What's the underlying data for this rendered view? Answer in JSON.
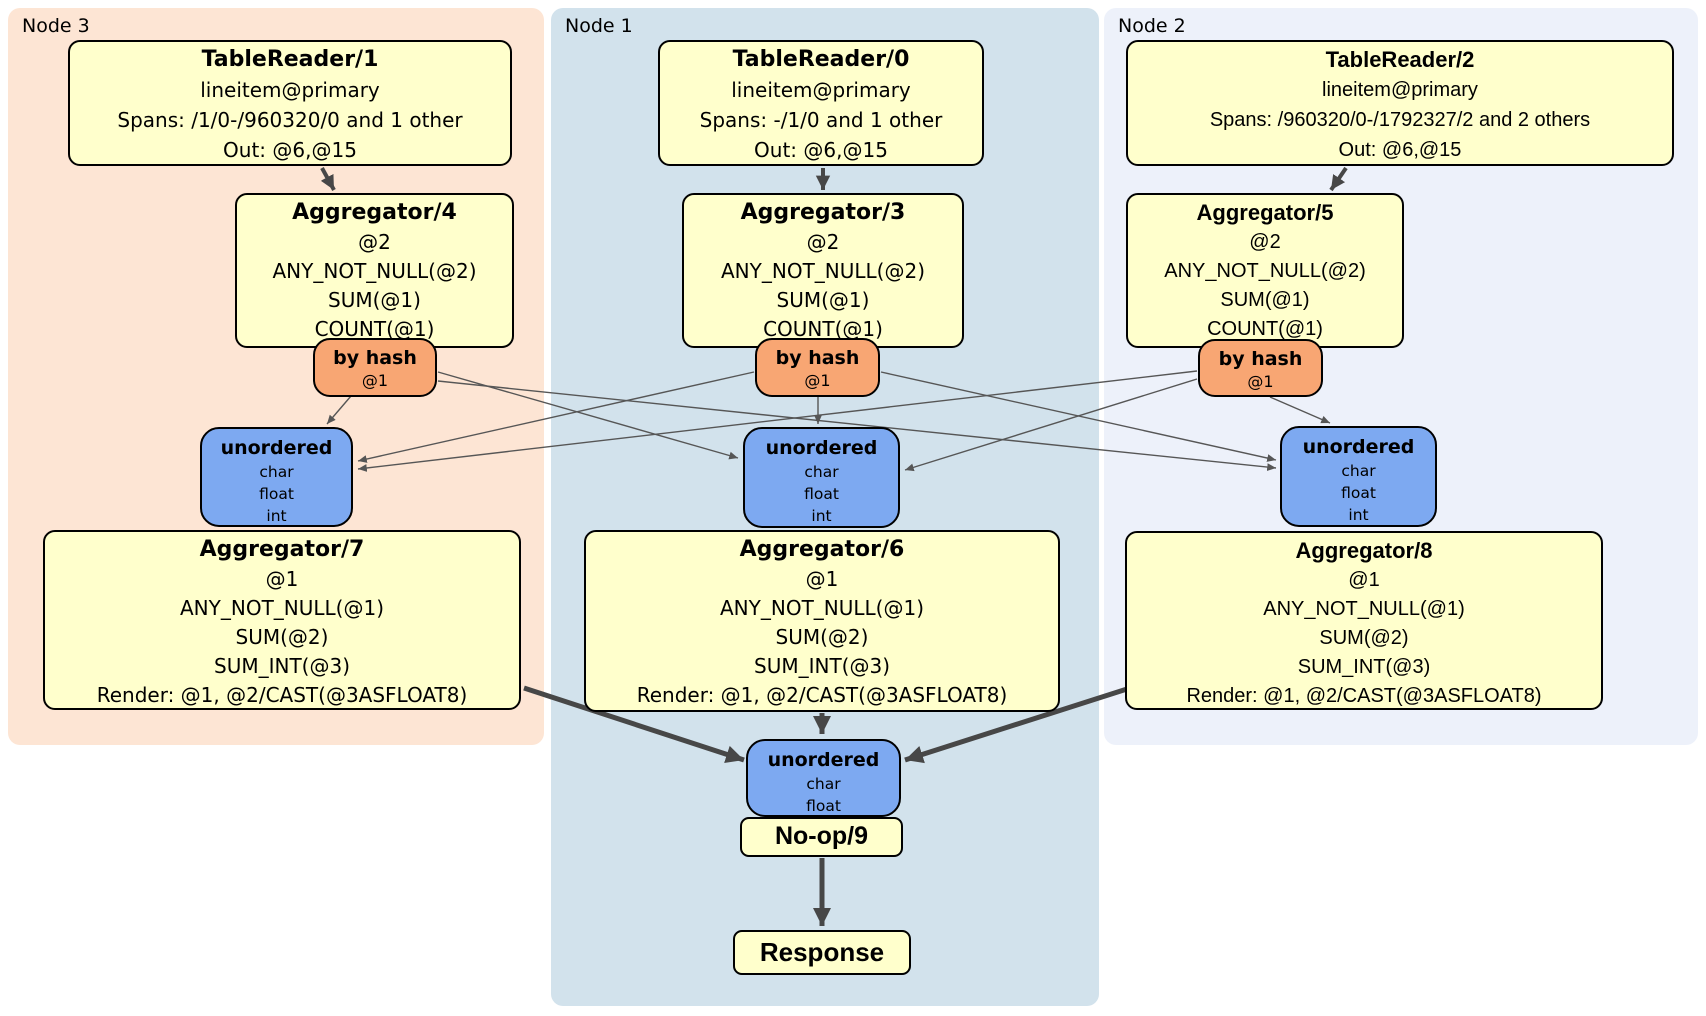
{
  "sections": [
    {
      "label": "Node 3",
      "table_reader": {
        "title": "TableReader/1",
        "lines": [
          "lineitem@primary",
          "Spans: /1/0-/960320/0 and 1 other",
          "Out: @6,@15"
        ]
      },
      "aggregator_top": {
        "title": "Aggregator/4",
        "lines": [
          "@2",
          "ANY_NOT_NULL(@2)",
          "SUM(@1)",
          "COUNT(@1)"
        ]
      },
      "router": {
        "title": "by hash",
        "lines": [
          "@1"
        ]
      },
      "sync": {
        "title": "unordered",
        "lines": [
          "char",
          "float",
          "int"
        ]
      },
      "aggregator_bottom": {
        "title": "Aggregator/7",
        "lines": [
          "@1",
          "ANY_NOT_NULL(@1)",
          "SUM(@2)",
          "SUM_INT(@3)",
          "Render: @1, @2/CAST(@3ASFLOAT8)"
        ]
      }
    },
    {
      "label": "Node 1",
      "table_reader": {
        "title": "TableReader/0",
        "lines": [
          "lineitem@primary",
          "Spans: -/1/0 and 1 other",
          "Out: @6,@15"
        ]
      },
      "aggregator_top": {
        "title": "Aggregator/3",
        "lines": [
          "@2",
          "ANY_NOT_NULL(@2)",
          "SUM(@1)",
          "COUNT(@1)"
        ]
      },
      "router": {
        "title": "by hash",
        "lines": [
          "@1"
        ]
      },
      "sync": {
        "title": "unordered",
        "lines": [
          "char",
          "float",
          "int"
        ]
      },
      "aggregator_bottom": {
        "title": "Aggregator/6",
        "lines": [
          "@1",
          "ANY_NOT_NULL(@1)",
          "SUM(@2)",
          "SUM_INT(@3)",
          "Render: @1, @2/CAST(@3ASFLOAT8)"
        ]
      },
      "final_sync": {
        "title": "unordered",
        "lines": [
          "char",
          "float"
        ]
      },
      "noop": {
        "title": "No-op/9"
      },
      "response": {
        "title": "Response"
      }
    },
    {
      "label": "Node 2",
      "table_reader": {
        "title": "TableReader/2",
        "lines": [
          "lineitem@primary",
          "Spans: /960320/0-/1792327/2 and 2 others",
          "Out: @6,@15"
        ]
      },
      "aggregator_top": {
        "title": "Aggregator/5",
        "lines": [
          "@2",
          "ANY_NOT_NULL(@2)",
          "SUM(@1)",
          "COUNT(@1)"
        ]
      },
      "router": {
        "title": "by hash",
        "lines": [
          "@1"
        ]
      },
      "sync": {
        "title": "unordered",
        "lines": [
          "char",
          "float",
          "int"
        ]
      },
      "aggregator_bottom": {
        "title": "Aggregator/8",
        "lines": [
          "@1",
          "ANY_NOT_NULL(@1)",
          "SUM(@2)",
          "SUM_INT(@3)",
          "Render: @1, @2/CAST(@3ASFLOAT8)"
        ]
      }
    }
  ],
  "colors": {
    "node3_bg": "#fde5d4",
    "node1_bg": "#d2e2ec",
    "node2_bg": "#edf1fa",
    "processor_fill": "#ffffcc",
    "router_fill": "#f8a673",
    "sync_fill": "#7da9f1",
    "box_border": "#000000",
    "edge_thin": "#565656",
    "edge_thick": "#474747",
    "canvas_bg": "#ffffff"
  }
}
